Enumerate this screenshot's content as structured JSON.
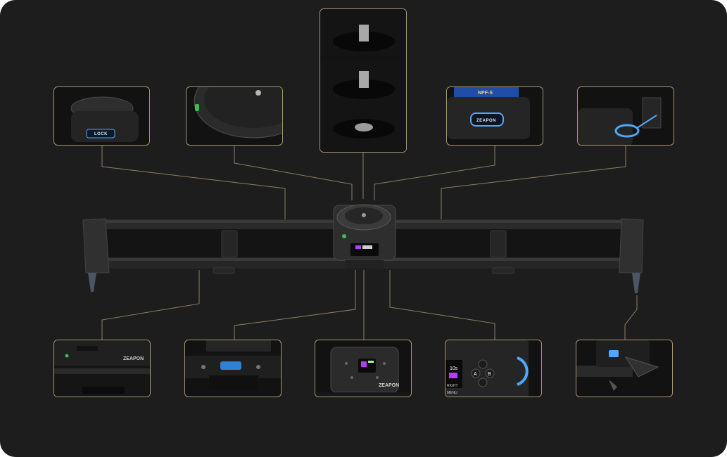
{
  "product": {
    "brand": "ZEAPON",
    "lock_label": "LOCK",
    "battery_label": "NPF-S",
    "screen_value": "10s",
    "button_a": "A",
    "button_b": "B",
    "side_label": "RIGHT",
    "menu_label": "MENU"
  },
  "colors": {
    "background": "#1d1d1d",
    "callout_border": "#a99570",
    "connector_line": "#8f7f61",
    "accent_blue": "#4fa8ff",
    "accent_purple": "#b43cff"
  }
}
